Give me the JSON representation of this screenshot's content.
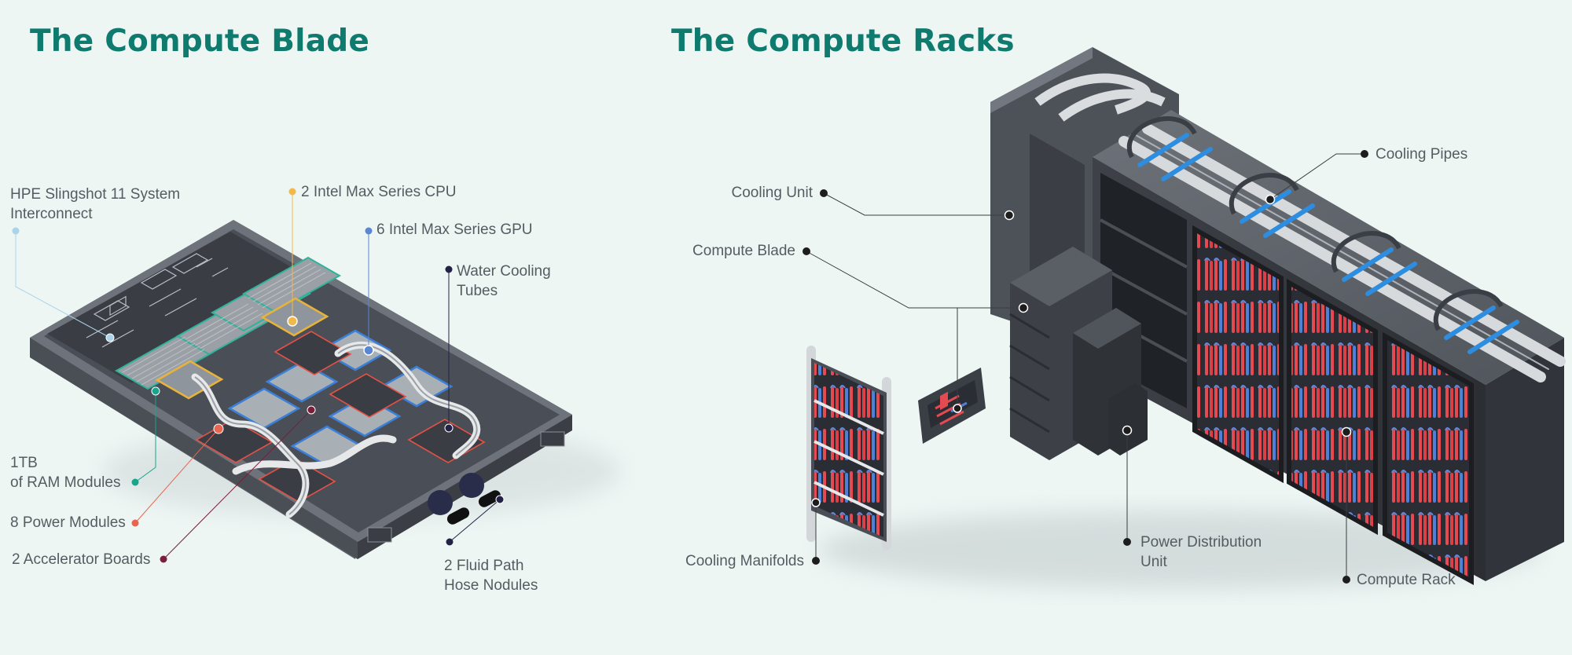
{
  "titles": {
    "blade": "The Compute Blade",
    "racks": "The Compute Racks"
  },
  "blade_callouts": {
    "slingshot": "HPE Slingshot 11 System\nInterconnect",
    "cpu": "2 Intel Max Series CPU",
    "gpu": "6 Intel Max Series GPU",
    "water_tubes": "Water Cooling\nTubes",
    "ram": "1TB\nof RAM Modules",
    "power_modules": "8 Power Modules",
    "accelerator": "2 Accelerator Boards",
    "fluid_path": "2 Fluid Path\nHose Nodules"
  },
  "rack_callouts": {
    "cooling_unit": "Cooling Unit",
    "compute_blade": "Compute Blade",
    "cooling_pipes": "Cooling Pipes",
    "cooling_manifolds": "Cooling Manifolds",
    "pdu": "Power Distribution\nUnit",
    "compute_rack": "Compute Rack"
  },
  "colors": {
    "title": "#0f7a6e",
    "slingshot_dot": "#a9d4ea",
    "cpu_dot": "#f1b94a",
    "gpu_dot": "#5b86d1",
    "tubes_dot": "#232145",
    "ram_dot": "#17a58c",
    "power_dot": "#e8654f",
    "accelerator_dot": "#7a1f3a",
    "fluid_dot": "#232145",
    "rack_dot": "#1d1d1d"
  }
}
